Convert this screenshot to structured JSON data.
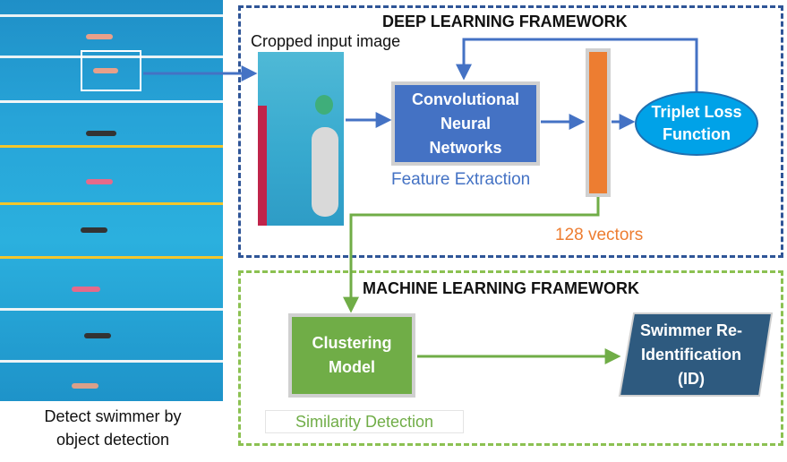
{
  "left_panel": {
    "caption_line1": "Detect swimmer by",
    "caption_line2": "object detection"
  },
  "deep_learning": {
    "title": "DEEP LEARNING FRAMEWORK",
    "crop_label": "Cropped input image",
    "cnn_line1": "Convolutional",
    "cnn_line2": "Neural",
    "cnn_line3": "Networks",
    "feature_label": "Feature Extraction",
    "vector_label": "128 vectors",
    "triplet_line1": "Triplet Loss",
    "triplet_line2": "Function"
  },
  "machine_learning": {
    "title": "MACHINE LEARNING FRAMEWORK",
    "cluster_line1": "Clustering",
    "cluster_line2": "Model",
    "similarity_label": "Similarity Detection",
    "reid_line1": "Swimmer Re-",
    "reid_line2": "Identification",
    "reid_line3": "(ID)"
  },
  "colors": {
    "dl_frame": "#2f5597",
    "ml_frame": "#8cc152",
    "cnn": "#4472c4",
    "vector": "#ed7d31",
    "triplet": "#00a2e8",
    "cluster": "#70ad47",
    "reid": "#2e5a7f"
  }
}
